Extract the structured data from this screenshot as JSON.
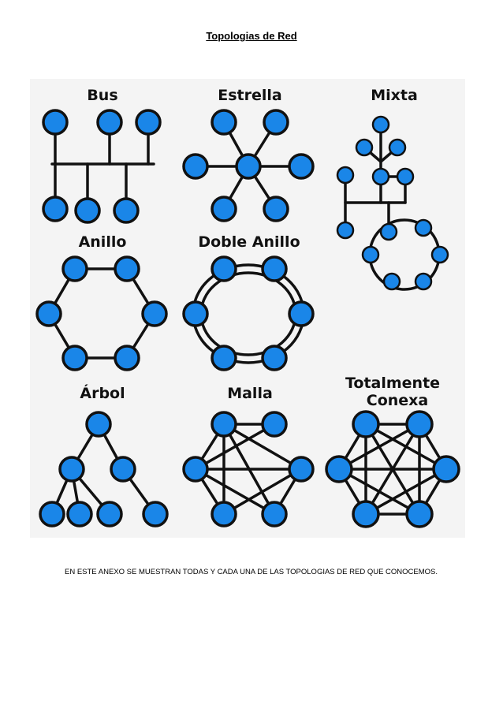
{
  "document": {
    "title": "Topologias de Red",
    "caption": "EN ESTE ANEXO SE MUESTRAN TODAS Y CADA UNA DE LAS TOPOLOGIAS DE RED QUE CONOCEMOS."
  },
  "figure": {
    "labels": {
      "bus": "Bus",
      "estrella": "Estrella",
      "mixta": "Mixta",
      "anillo": "Anillo",
      "doble_anillo": "Doble Anillo",
      "arbol": "Árbol",
      "malla": "Malla",
      "totalmente_conexa_line1": "Totalmente",
      "totalmente_conexa_line2": "Conexa"
    },
    "colors": {
      "node_fill": "#1a86e8",
      "node_stroke": "#111111",
      "background": "#f4f4f4"
    }
  }
}
